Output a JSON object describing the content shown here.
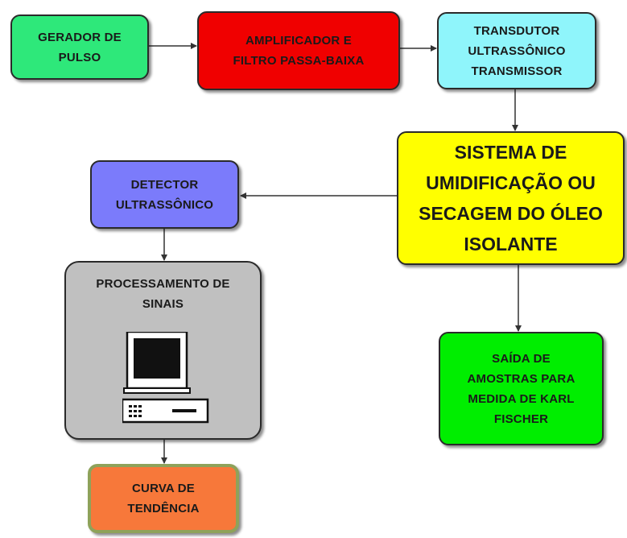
{
  "boxes": {
    "gerador": {
      "label": "GERADOR DE\nPULSO",
      "color": "#2ee87a"
    },
    "amplificador": {
      "label": "AMPLIFICADOR E\nFILTRO PASSA-BAIXA",
      "color": "#f00000"
    },
    "transdutor": {
      "label": "TRANSDUTOR\nULTRASSÔNICO\nTRANSMISSOR",
      "color": "#8ff5fb"
    },
    "sistema": {
      "label": "SISTEMA DE\nUMIDIFICAÇÃO OU\nSECAGEM DO ÓLEO\nISOLANTE",
      "color": "#ffff00"
    },
    "detector": {
      "label": "DETECTOR\nULTRASSÔNICO",
      "color": "#7b7bfb"
    },
    "processamento": {
      "label": "PROCESSAMENTO DE\nSINAIS",
      "color": "#c0c0c0"
    },
    "saida": {
      "label": "SAÍDA DE\nAMOSTRAS PARA\nMEDIDA DE KARL\nFISCHER",
      "color": "#00ee00"
    },
    "curva": {
      "label": "CURVA DE\nTENDÊNCIA",
      "color": "#f7783a"
    }
  },
  "icons": {
    "computer": "computer-icon"
  }
}
